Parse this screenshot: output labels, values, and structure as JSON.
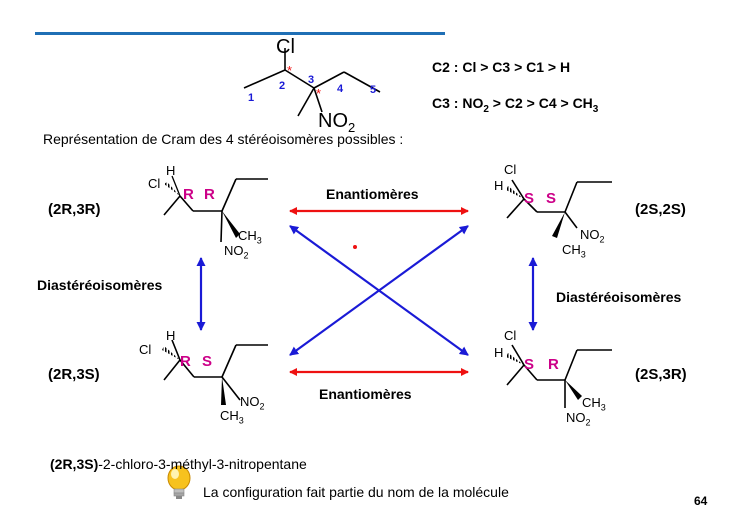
{
  "top_molecule": {
    "cl": "Cl",
    "no2": "NO",
    "no2_sub": "2",
    "star": "*",
    "numbers": [
      "1",
      "2",
      "3",
      "4",
      "5"
    ]
  },
  "priority_rules": {
    "c2": "C2 : Cl > C3 > C1 > H",
    "c3_prefix": "C3 : NO",
    "c3_sub2": "2",
    "c3_mid": " > C2 > C4 > CH",
    "c3_sub3": "3"
  },
  "intro_text": "Représentation de Cram des 4 stéréoisomères possibles :",
  "labels": {
    "enantiomers_top": "Enantiomères",
    "enantiomers_bottom": "Enantiomères",
    "diastereo_left": "Diastéréoisomères",
    "diastereo_right": "Diastéréoisomères"
  },
  "isomers": [
    {
      "config": "(2R,3R)",
      "c2": "R",
      "c3": "R"
    },
    {
      "config": "(2S,2S)",
      "c2": "S",
      "c3": "S"
    },
    {
      "config": "(2R,3S)",
      "c2": "R",
      "c3": "S"
    },
    {
      "config": "(2S,3R)",
      "c2": "S",
      "c3": "R"
    }
  ],
  "atoms": {
    "h": "H",
    "cl": "Cl",
    "ch": "CH",
    "no": "NO",
    "sub2": "2",
    "sub3": "3"
  },
  "footer": {
    "name_bold": "(2R,3S)",
    "name_rest": "-2-chloro-3-méthyl-3-nitropentane",
    "tip": "La configuration fait partie du nom de la molécule",
    "page_number": "64"
  },
  "colors": {
    "title_rule": "#1f6fb5",
    "stereo_label": "#cc0088",
    "red_arrow": "#e11",
    "blue_arrow": "#1a1ad6",
    "star": "#e11",
    "number": "#1a1ad6"
  }
}
